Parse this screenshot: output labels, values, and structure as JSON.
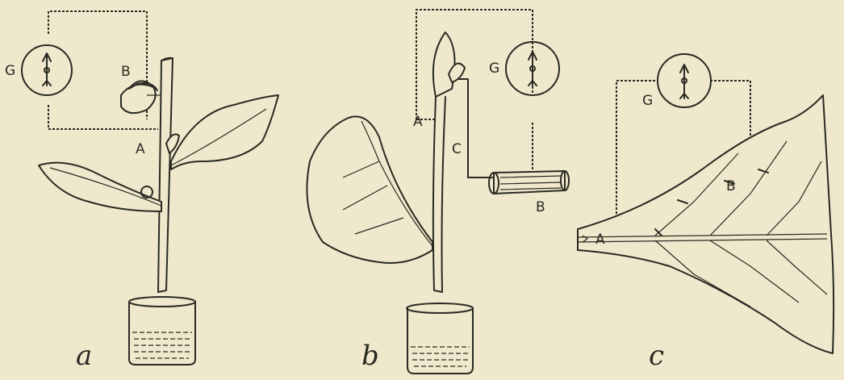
{
  "figures": [
    {
      "caption": "a",
      "labels": {
        "galvanometer": "G",
        "point_a": "A",
        "point_b": "B"
      }
    },
    {
      "caption": "b",
      "labels": {
        "galvanometer": "G",
        "point_a": "A",
        "point_b": "B",
        "point_c": "C"
      }
    },
    {
      "caption": "c",
      "labels": {
        "galvanometer": "G",
        "point_a": "A",
        "point_b": "B"
      }
    }
  ]
}
